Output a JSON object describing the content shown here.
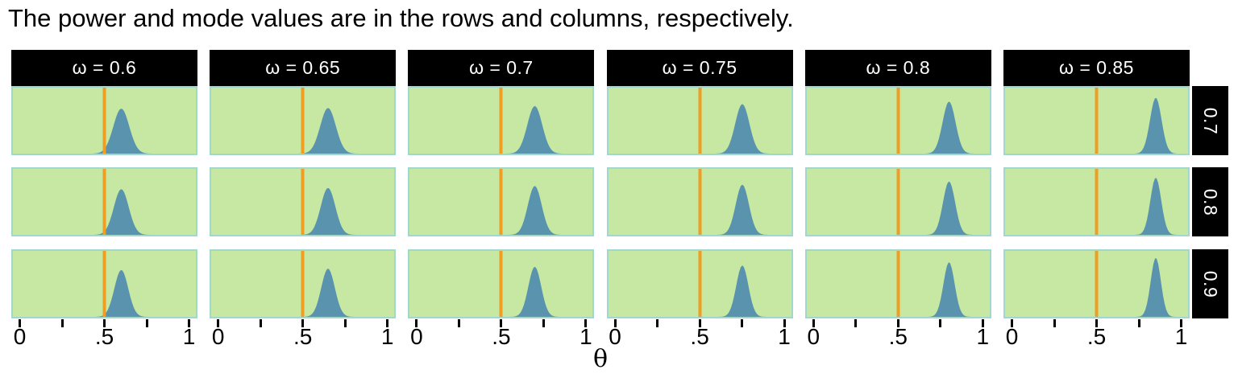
{
  "title": "The power and mode values are in the rows and columns, respectively.",
  "style": {
    "panel_bg": "#c6e8a3",
    "panel_border": "#a1d8ce",
    "density_fill": "#5993ae",
    "reference_line_color": "#ef9e23",
    "strip_bg": "#000000",
    "strip_text": "#ffffff",
    "tick_color": "#000000"
  },
  "chart_data": {
    "type": "area",
    "title": "The power and mode values are in the rows and columns, respectively.",
    "xlabel": "θ",
    "facet_col_variable": "mode ω (columns)",
    "facet_col_values": [
      0.6,
      0.65,
      0.7,
      0.75,
      0.8,
      0.85
    ],
    "facet_col_labels": [
      "ω = 0.6",
      "ω = 0.65",
      "ω = 0.7",
      "ω = 0.75",
      "ω = 0.8",
      "ω = 0.85"
    ],
    "facet_row_variable": "power (rows)",
    "facet_row_values": [
      0.7,
      0.8,
      0.9
    ],
    "facet_row_labels": [
      "0.7",
      "0.8",
      "0.9"
    ],
    "x_axis": {
      "range": [
        0,
        1
      ],
      "major_ticks": [
        0,
        0.5,
        1
      ],
      "tick_labels": [
        "0",
        ".5",
        "1"
      ],
      "minor_ticks": [
        0.25,
        0.75
      ],
      "grid": false
    },
    "reference_line_x": 0.5,
    "densities": {
      "description": "Each facet shows a unimodal density of θ centered at the column mode ω; curves are taller and narrower as power and ω increase. An orange vertical reference line marks θ = 0.5 in every panel.",
      "center_by_col": [
        0.6,
        0.65,
        0.7,
        0.75,
        0.8,
        0.85
      ],
      "sd": [
        [
          0.047,
          0.046,
          0.044,
          0.042,
          0.038,
          0.034
        ],
        [
          0.044,
          0.043,
          0.041,
          0.039,
          0.036,
          0.032
        ],
        [
          0.041,
          0.04,
          0.038,
          0.036,
          0.033,
          0.03
        ]
      ],
      "peak_fraction": [
        [
          0.7,
          0.71,
          0.74,
          0.77,
          0.81,
          0.87
        ],
        [
          0.71,
          0.73,
          0.76,
          0.78,
          0.83,
          0.89
        ],
        [
          0.73,
          0.75,
          0.78,
          0.8,
          0.85,
          0.92
        ]
      ]
    }
  }
}
